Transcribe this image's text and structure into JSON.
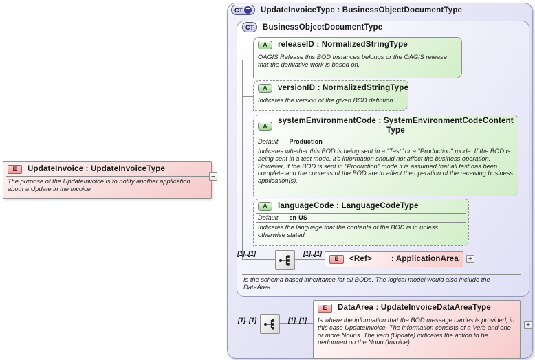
{
  "colors": {
    "element_fill": "#f5caca",
    "attribute_fill": "#d2eec8",
    "type_fill": "#dcdcf5",
    "connector": "#8f8f8f"
  },
  "icons": {
    "collapse_glyph": "−",
    "expand_glyph": "+",
    "sequence_icon": "sequence-compositor"
  },
  "root_element": {
    "badge": "E",
    "title": "UpdateInvoice : UpdateInvoiceType",
    "description": "The purpose of the UpdateInvoice is to notify another application about a Update in the Invoice"
  },
  "outer_type": {
    "badge": "CT",
    "plus_glyph": "+",
    "title": "UpdateInvoiceType : BusinessObjectDocumentType"
  },
  "base_type": {
    "badge": "CT",
    "title": "BusinessObjectDocumentType",
    "footer": "Is the schema based inheritance for all BODs. The logical model would also include the DataArea.",
    "attributes": [
      {
        "badge": "A",
        "title": "releaseID : NormalizedStringType",
        "description": "OAGIS Release this BOD Instances belongs or the OAGIS release that the derivative work is based on."
      },
      {
        "badge": "A",
        "title": "versionID : NormalizedStringType",
        "description": "Indicates the version of the given BOD defintion."
      },
      {
        "badge": "A",
        "title": "systemEnvironmentCode : SystemEnvironmentCodeContentType",
        "default_label": "Default",
        "default_value": "Production",
        "description": "Indicates whether this BOD is being sent in a \"Test\" or a \"Production\" mode. If the BOD is being sent in a test mode, it's information should not affect the business operation. However, if the BOD is sent in \"Production\" mode it is assumed that all test has been complete and the contents of the BOD are to affect the operation of the receiving business application(s)."
      },
      {
        "badge": "A",
        "title": "languageCode : LanguageCodeType",
        "default_label": "Default",
        "default_value": "en-US",
        "description": "Indicates the language that the contents of the BOD is in unless otherwise stated."
      }
    ],
    "sequence": {
      "cardinality_left": "[1]..[1]",
      "cardinality_right": "[1]..[1]",
      "ref": {
        "badge": "E",
        "name": "<Ref>",
        "type": ": ApplicationArea",
        "expand_glyph": "+"
      }
    }
  },
  "data_area_sequence": {
    "cardinality_left": "[1]..[1]",
    "cardinality_right": "[1]..[1]"
  },
  "data_area": {
    "badge": "E",
    "title": "DataArea : UpdateInvoiceDataAreaType",
    "description": "Is where the information that the BOD message carries is provided, in this case UpdateInvoice. The information consists of a Verb and one or more Nouns. The verb (Update) indicates the action to be performed on the Noun (Invoice).",
    "expand_glyph": "+"
  }
}
